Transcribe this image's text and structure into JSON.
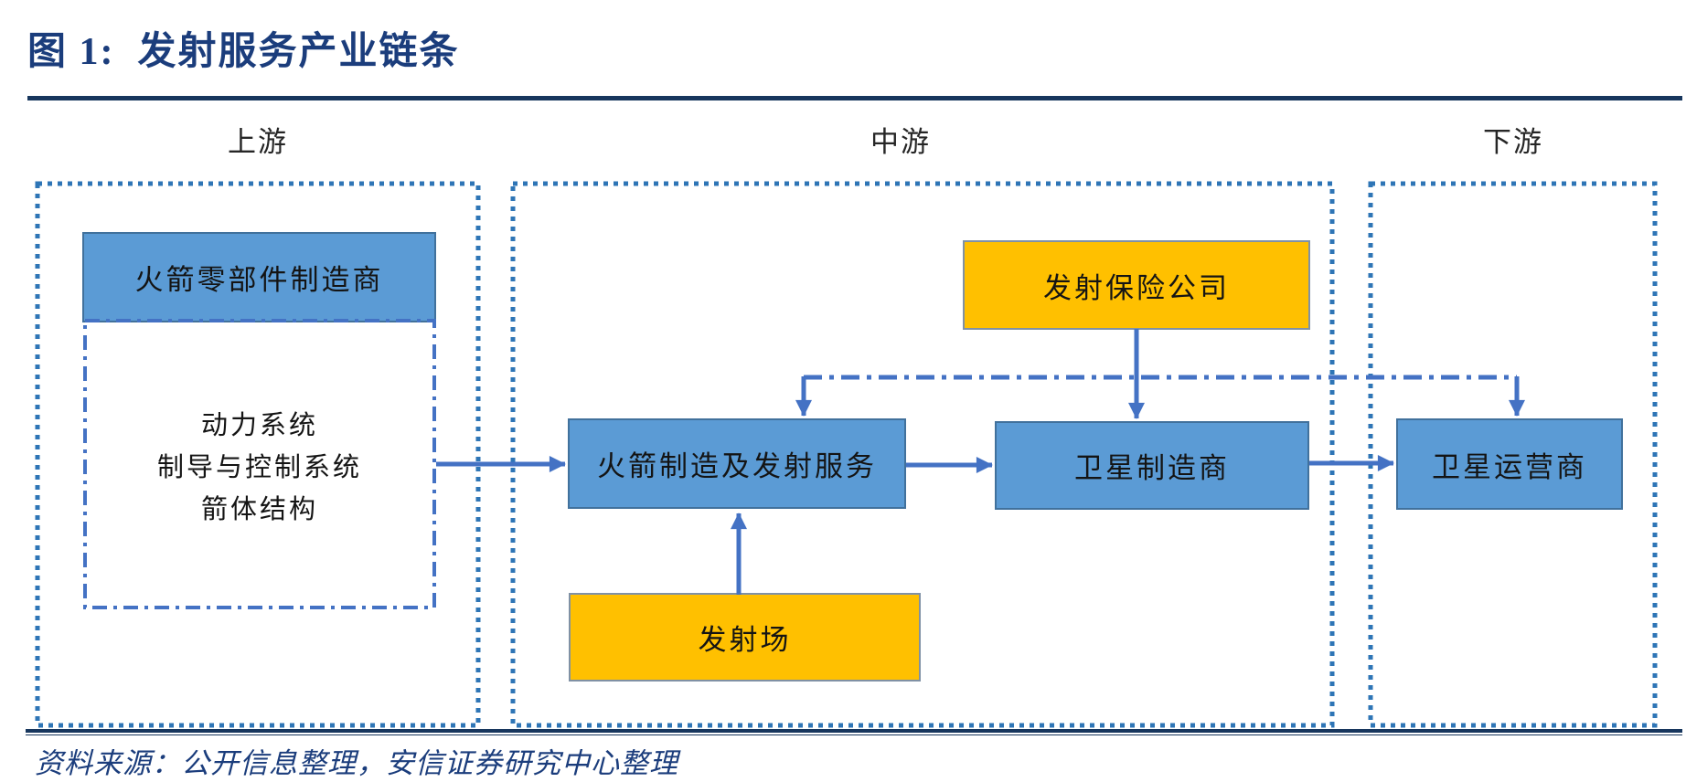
{
  "header": {
    "title": "图 1:  发射服务产业链条"
  },
  "columns": [
    {
      "label": "上游"
    },
    {
      "label": "中游"
    },
    {
      "label": "下游"
    }
  ],
  "boxes": {
    "rocket_parts": "火箭零部件制造商",
    "subsystems_lines": [
      "动力系统",
      "制导与控制系统",
      "箭体结构"
    ],
    "rocket_service": "火箭制造及发射服务",
    "sat_manufacturer": "卫星制造商",
    "sat_operator": "卫星运营商",
    "insurance": "发射保险公司",
    "launch_site": "发射场"
  },
  "footer": {
    "source": "资料来源：公开信息整理，安信证券研究中心整理"
  },
  "colors": {
    "title_navy": "#17365D",
    "title_text": "#1B3D7C",
    "box_blue_fill": "#5B9BD5",
    "box_blue_border": "#41719C",
    "box_orange_fill": "#FFC000",
    "box_orange_border": "#8091A5",
    "arrow_blue": "#4472C4",
    "container_dot_blue": "#2E75B6"
  }
}
